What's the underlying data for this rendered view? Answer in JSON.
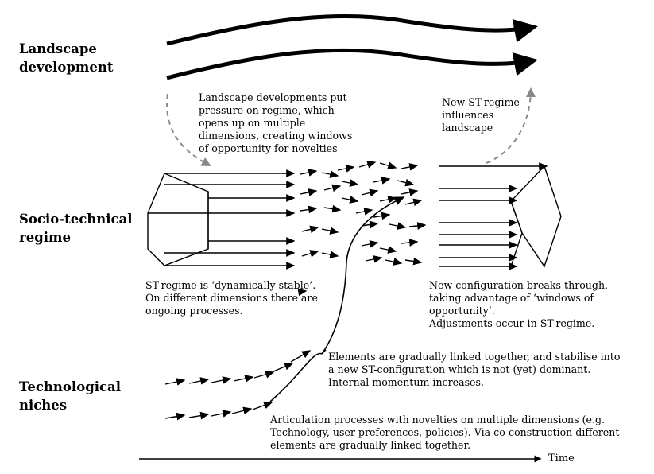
{
  "labels": {
    "landscape": [
      "Landscape",
      "development"
    ],
    "regime": [
      "Socio-technical",
      "regime"
    ],
    "niches": [
      "Technological",
      "niches"
    ]
  },
  "texts": {
    "landscape_pressure": [
      "Landscape developments put",
      "pressure on regime, which",
      "opens up on multiple",
      "dimensions, creating windows",
      "of opportunity for novelties"
    ],
    "new_regime": [
      "New ST-regime",
      "influences",
      "landscape"
    ],
    "regime_stable": [
      "ST-regime is ‘dynamically stable’.",
      "On different dimensions there are",
      "ongoing processes."
    ],
    "breakthrough": [
      "New configuration breaks through,",
      "taking advantage of ‘windows of",
      "opportunity’.",
      "Adjustments occur in ST-regime."
    ],
    "linked": [
      "Elements are gradually linked together, and stabilise into",
      "a new ST-configuration which is not (yet) dominant.",
      "Internal momentum increases."
    ],
    "articulation": [
      "Articulation processes with novelties on multiple dimensions (e.g.",
      "Technology, user preferences, policies). Via co-construction different",
      "elements are gradually linked together."
    ],
    "time_label": "Time"
  }
}
